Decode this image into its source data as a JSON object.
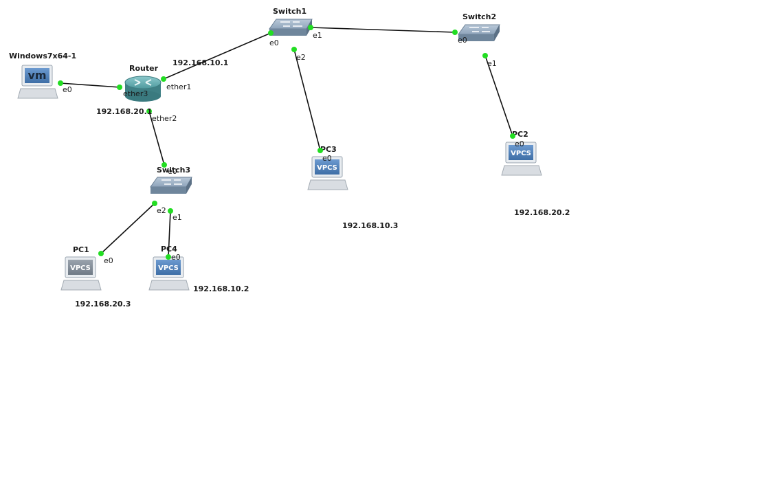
{
  "nodes": {
    "windows": {
      "label": "Windows7x64-1",
      "icon": "vm-workstation-icon",
      "screen_text": "vm"
    },
    "router": {
      "label": "Router",
      "icon": "router-icon"
    },
    "switch1": {
      "label": "Switch1",
      "icon": "switch-icon"
    },
    "switch2": {
      "label": "Switch2",
      "icon": "switch-icon"
    },
    "switch3": {
      "label": "Switch3",
      "icon": "switch-icon"
    },
    "pc1": {
      "label": "PC1",
      "icon": "vpcs-icon",
      "screen_text": "VPCS"
    },
    "pc2": {
      "label": "PC2",
      "icon": "vpcs-icon",
      "screen_text": "VPCS"
    },
    "pc3": {
      "label": "PC3",
      "icon": "vpcs-icon",
      "screen_text": "VPCS"
    },
    "pc4": {
      "label": "PC4",
      "icon": "vpcs-icon",
      "screen_text": "VPCS"
    }
  },
  "ports": {
    "win_e0": "e0",
    "router_ether3": "ether3",
    "router_ether1": "ether1",
    "router_ether2": "ether2",
    "sw1_e0": "e0",
    "sw1_e1": "e1",
    "sw1_e2": "e2",
    "sw2_e0": "e0",
    "sw2_e1": "e1",
    "sw3_e0": "e0",
    "sw3_e1": "e1",
    "sw3_e2": "e2",
    "pc1_e0": "e0",
    "pc2_e0": "e0",
    "pc3_e0": "e0",
    "pc4_e0": "e0"
  },
  "ip_labels": {
    "router_ether1": "192.168.10.1",
    "router_ether2": "192.168.20.1",
    "pc3": "192.168.10.3",
    "pc2": "192.168.20.2",
    "pc4": "192.168.10.2",
    "pc1": "192.168.20.3"
  },
  "colors": {
    "link_status": "#22dd22",
    "switch_body": "#7f96ad",
    "router_body": "#4f9a9e",
    "vpcs_screen": "#4f7fb5"
  }
}
